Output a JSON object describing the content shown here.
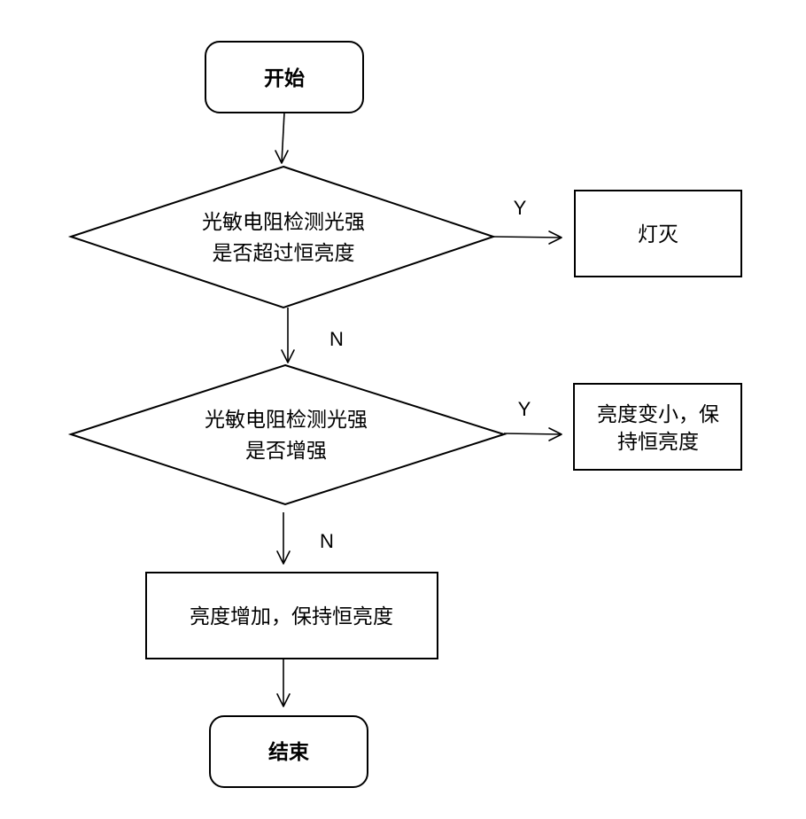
{
  "nodes": {
    "start": {
      "label": "开始"
    },
    "decision1": {
      "line1": "光敏电阻检测光强",
      "line2": "是否超过恒亮度"
    },
    "light_off": {
      "label": "灯灭"
    },
    "decision2": {
      "line1": "光敏电阻检测光强",
      "line2": "是否增强"
    },
    "dim": {
      "line1": "亮度变小，保",
      "line2": "持恒亮度"
    },
    "brighten": {
      "label": "亮度增加，保持恒亮度"
    },
    "end": {
      "label": "结束"
    }
  },
  "edges": {
    "d1_yes": "Y",
    "d1_no": "N",
    "d2_yes": "Y",
    "d2_no": "N"
  }
}
